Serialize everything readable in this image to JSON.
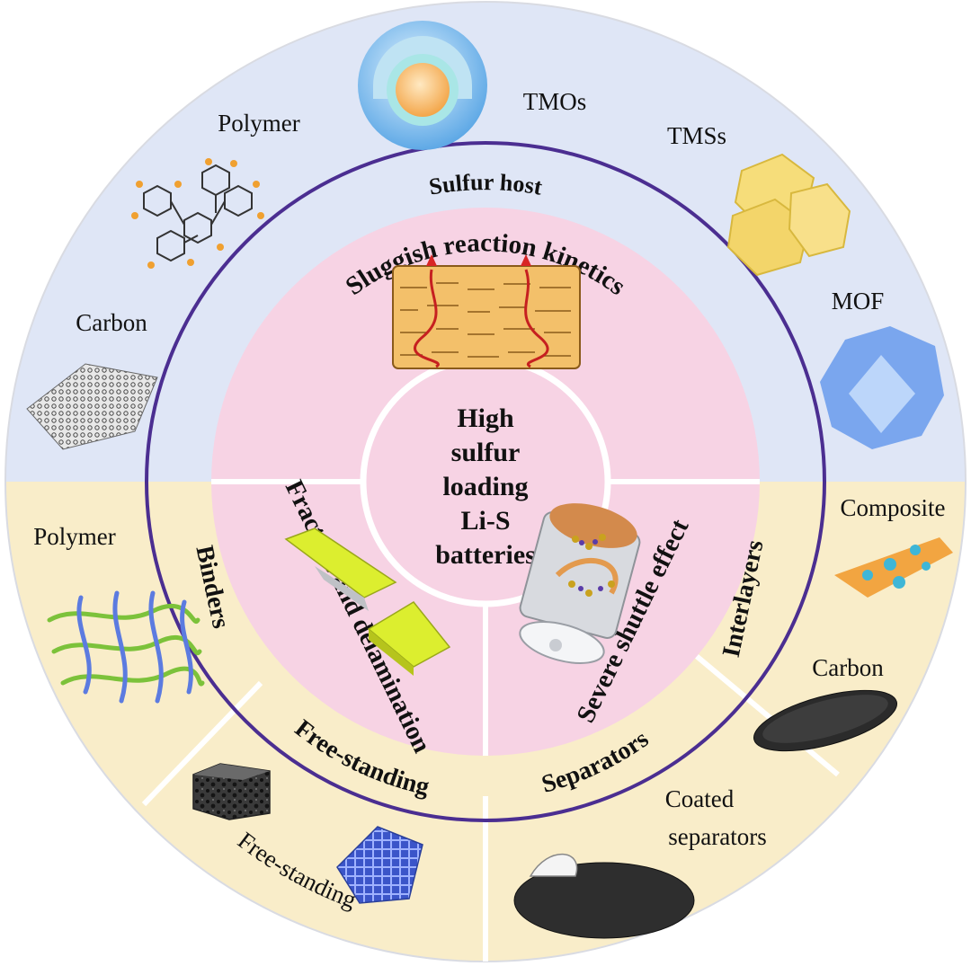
{
  "center": {
    "lines": [
      "High",
      "sulfur",
      "loading",
      "Li-S",
      "batteries"
    ]
  },
  "inner_challenges": {
    "top": "Sluggish reaction kinetics",
    "left": "Fracture and delamination",
    "right": "Severe shuttle effect"
  },
  "middle_ring": {
    "sulfur_host": "Sulfur host",
    "binders": "Binders",
    "free_standing": "Free-standing",
    "separators": "Separators",
    "interlayers": "Interlayers"
  },
  "outer_labels": {
    "polymer_top": "Polymer",
    "tmos": "TMOs",
    "tmss": "TMSs",
    "mof": "MOF",
    "carbon_top": "Carbon",
    "polymer_bottom": "Polymer",
    "composite": "Composite",
    "carbon_bottom": "Carbon",
    "coated_line1": "Coated",
    "coated_line2": "separators",
    "free_standing_outer": "Free-standing"
  },
  "colors": {
    "outer_top": "#dfe6f6",
    "outer_bottom": "#f9edc9",
    "inner_pink": "#f7d3e4",
    "ring_line": "#4b2e91",
    "divider": "#ffffff"
  }
}
